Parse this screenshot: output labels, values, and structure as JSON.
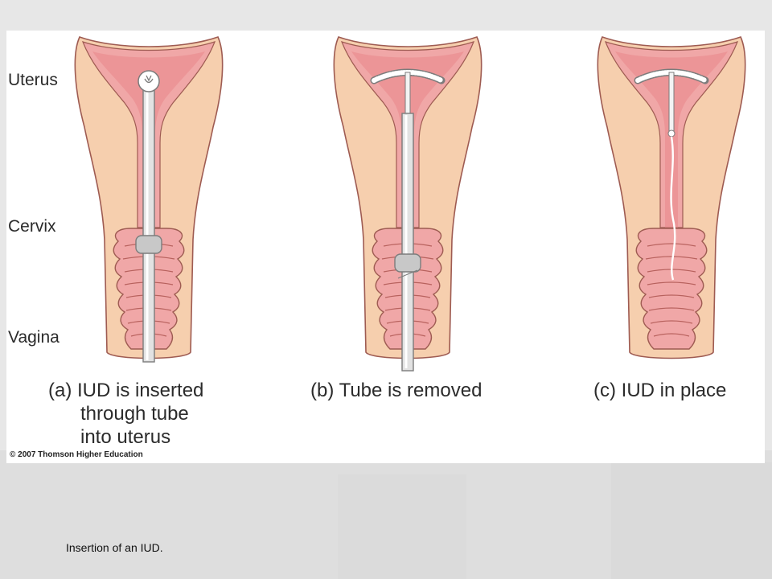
{
  "labels": {
    "uterus": "Uterus",
    "cervix": "Cervix",
    "vagina": "Vagina"
  },
  "captions": {
    "a_line1": "(a)  IUD is inserted",
    "a_line2": "through tube",
    "a_line3": "into uterus",
    "b": "(b)  Tube is removed",
    "c": "(c)  IUD in place"
  },
  "copyright": "© 2007 Thomson Higher Education",
  "slide_caption": "Insertion of an IUD.",
  "colors": {
    "outer_tissue": "#f6cfae",
    "uterine_lining": "#f0a7a7",
    "cavity": "#e9878a",
    "outline": "#9e5b52",
    "instrument": "#d9d9d9",
    "instrument_dark": "#8d8d8d"
  }
}
